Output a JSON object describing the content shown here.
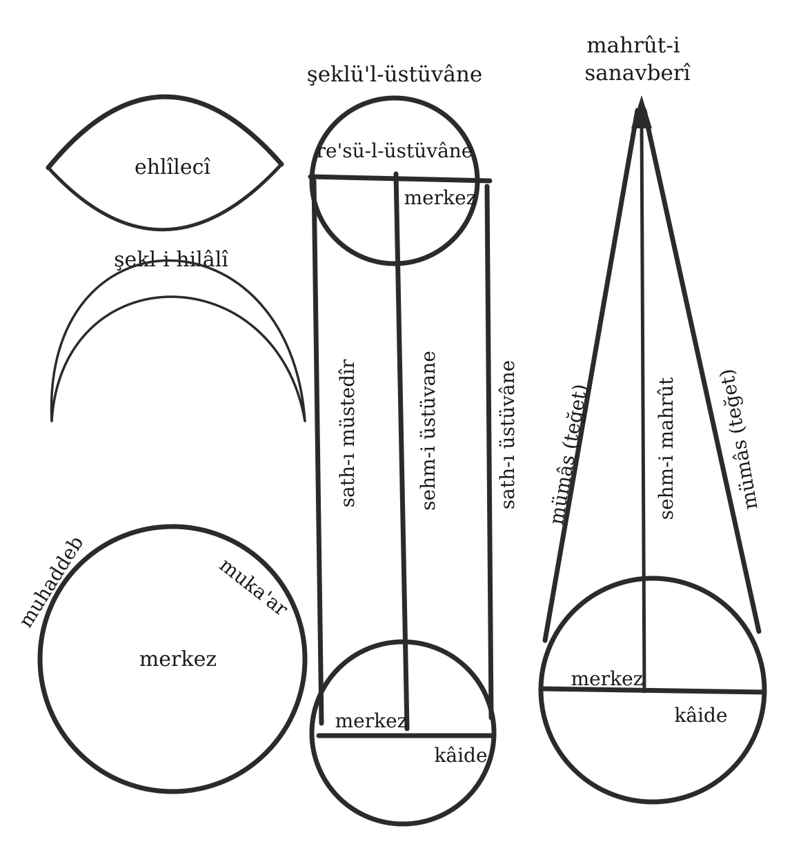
{
  "colors": {
    "ink": "#2b2b2b",
    "paper": "#ffffff"
  },
  "shapes": {
    "ellipse_label": "ehlîlecî",
    "crescent_label": "şekl-i hilâlî",
    "circle": {
      "center_label": "merkez",
      "convex_label": "muhaddeb",
      "concave_label": "muka'ar"
    }
  },
  "cylinder": {
    "title": "şeklü'l-üstüvâne",
    "top_label": "re'sü-l-üstüvâne",
    "top_center_label": "merkez",
    "left_side_label": "sath-ı müstedîr",
    "axis_label": "sehm-i üstüvane",
    "right_side_label": "sath-ı üstüvâne",
    "base_center_label": "merkez",
    "base_label": "kâide"
  },
  "cone": {
    "title_line1": "mahrût-i",
    "title_line2": "sanavberî",
    "left_tangent_label": "mümâs (teğet)",
    "axis_label": "sehm-i mahrût",
    "right_tangent_label": "mümâs (teğet)",
    "base_center_label": "merkez",
    "base_label": "kâide"
  }
}
